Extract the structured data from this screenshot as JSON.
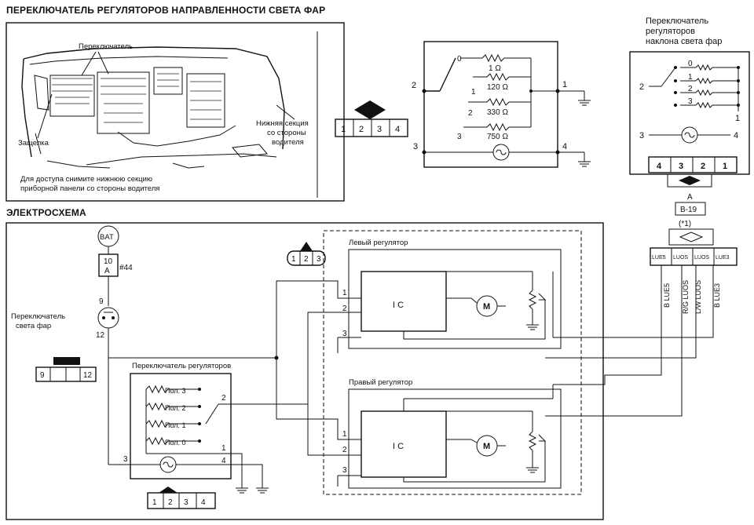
{
  "headings": {
    "top": "ПЕРЕКЛЮЧАТЕЛЬ РЕГУЛЯТОРОВ НАПРАВЛЕННОСТИ СВЕТА ФАР",
    "schematic": "ЭЛЕКТРОСХЕМА"
  },
  "location": {
    "switch_label": "Переключатель",
    "latch_label": "Защелка",
    "lower_section": [
      "Нижняя секция",
      "со стороны",
      "водителя"
    ],
    "access_note": [
      "Для доступа снимите нижнюю секцию",
      "приборной панели со стороны водителя"
    ]
  },
  "switch_circuit": {
    "positions": [
      "0",
      "1",
      "2",
      "3"
    ],
    "resistors": [
      "1 Ω",
      "120 Ω",
      "330 Ω",
      "750 Ω"
    ],
    "terminals": [
      "1",
      "2",
      "3",
      "4"
    ],
    "connector_pins": [
      "1",
      "2",
      "3",
      "4"
    ]
  },
  "right_panel": {
    "title": [
      "Переключатель",
      "регуляторов",
      "наклона света фар"
    ],
    "positions": [
      "0",
      "1",
      "2",
      "3"
    ],
    "terminals": [
      "2",
      "1",
      "3",
      "4"
    ],
    "connector_pins": [
      "4",
      "3",
      "2",
      "1"
    ],
    "ref_letter": "A",
    "ref_code": "B-19",
    "ref_note": "(*1)",
    "wire_codes": [
      "LUE5",
      "LUOS",
      "LUOS",
      "LUE3"
    ],
    "wires": [
      "B LUE5",
      "R/G LUOS",
      "L/W LUOS",
      "B LUE3"
    ]
  },
  "schematic": {
    "battery": "BAT",
    "fuse_rating": [
      "10",
      "A"
    ],
    "fuse_number": "#44",
    "headlamp_switch": [
      "Переключатель",
      "света фар"
    ],
    "hs_pins": [
      "9",
      "12"
    ],
    "hs_connector": [
      "9",
      "12"
    ],
    "selector_title": "Переключатель регуляторов",
    "selector_positions": [
      "Пол. 3",
      "Пол. 2",
      "Пол. 1",
      "Пол. 0"
    ],
    "selector_pins": [
      "2",
      "1",
      "3",
      "4"
    ],
    "bottom_connector": [
      "1",
      "2",
      "3",
      "4"
    ],
    "top_connector": [
      "1",
      "2",
      "3"
    ],
    "left_regulator": "Левый регулятор",
    "right_regulator": "Правый регулятор",
    "ic": "I C",
    "motor": "M",
    "reg_pins": [
      "1",
      "2",
      "3"
    ]
  }
}
